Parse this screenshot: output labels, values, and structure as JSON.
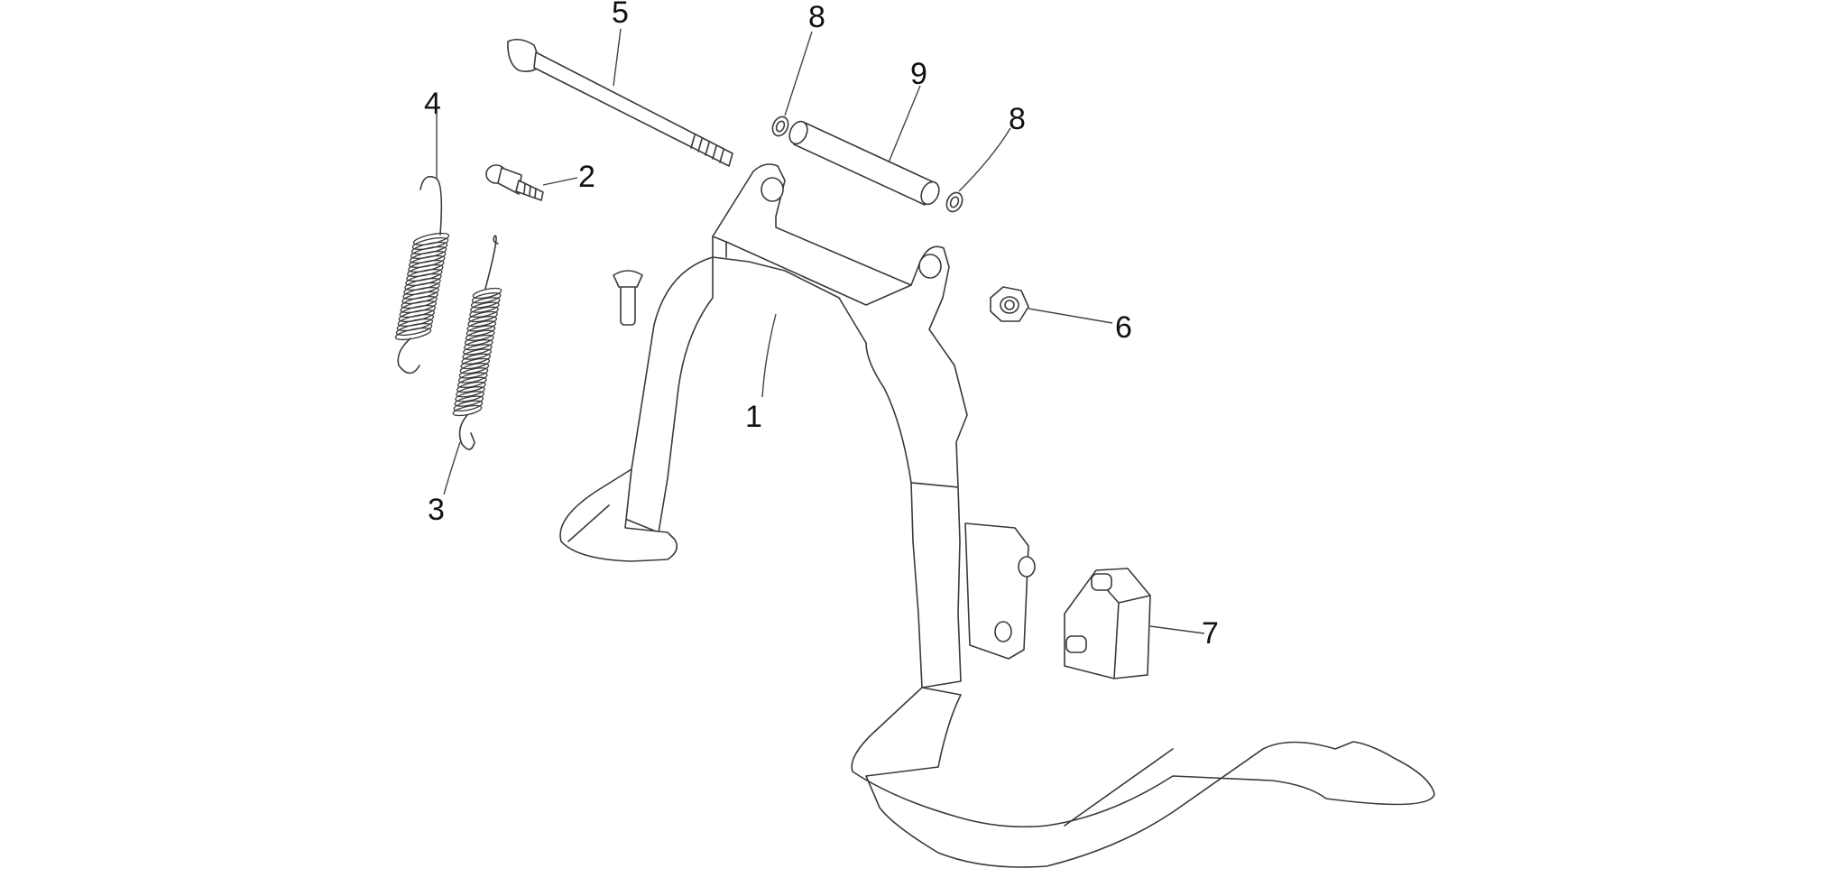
{
  "diagram": {
    "type": "exploded-parts-view",
    "callouts": [
      {
        "id": "1",
        "label": "1"
      },
      {
        "id": "2",
        "label": "2"
      },
      {
        "id": "3",
        "label": "3"
      },
      {
        "id": "4",
        "label": "4"
      },
      {
        "id": "5",
        "label": "5"
      },
      {
        "id": "6",
        "label": "6"
      },
      {
        "id": "7",
        "label": "7"
      },
      {
        "id": "8a",
        "label": "8"
      },
      {
        "id": "8b",
        "label": "8"
      },
      {
        "id": "9",
        "label": "9"
      }
    ]
  },
  "colors": {
    "background": "#ffffff",
    "line": "#3a3a3a",
    "text": "#111111"
  }
}
